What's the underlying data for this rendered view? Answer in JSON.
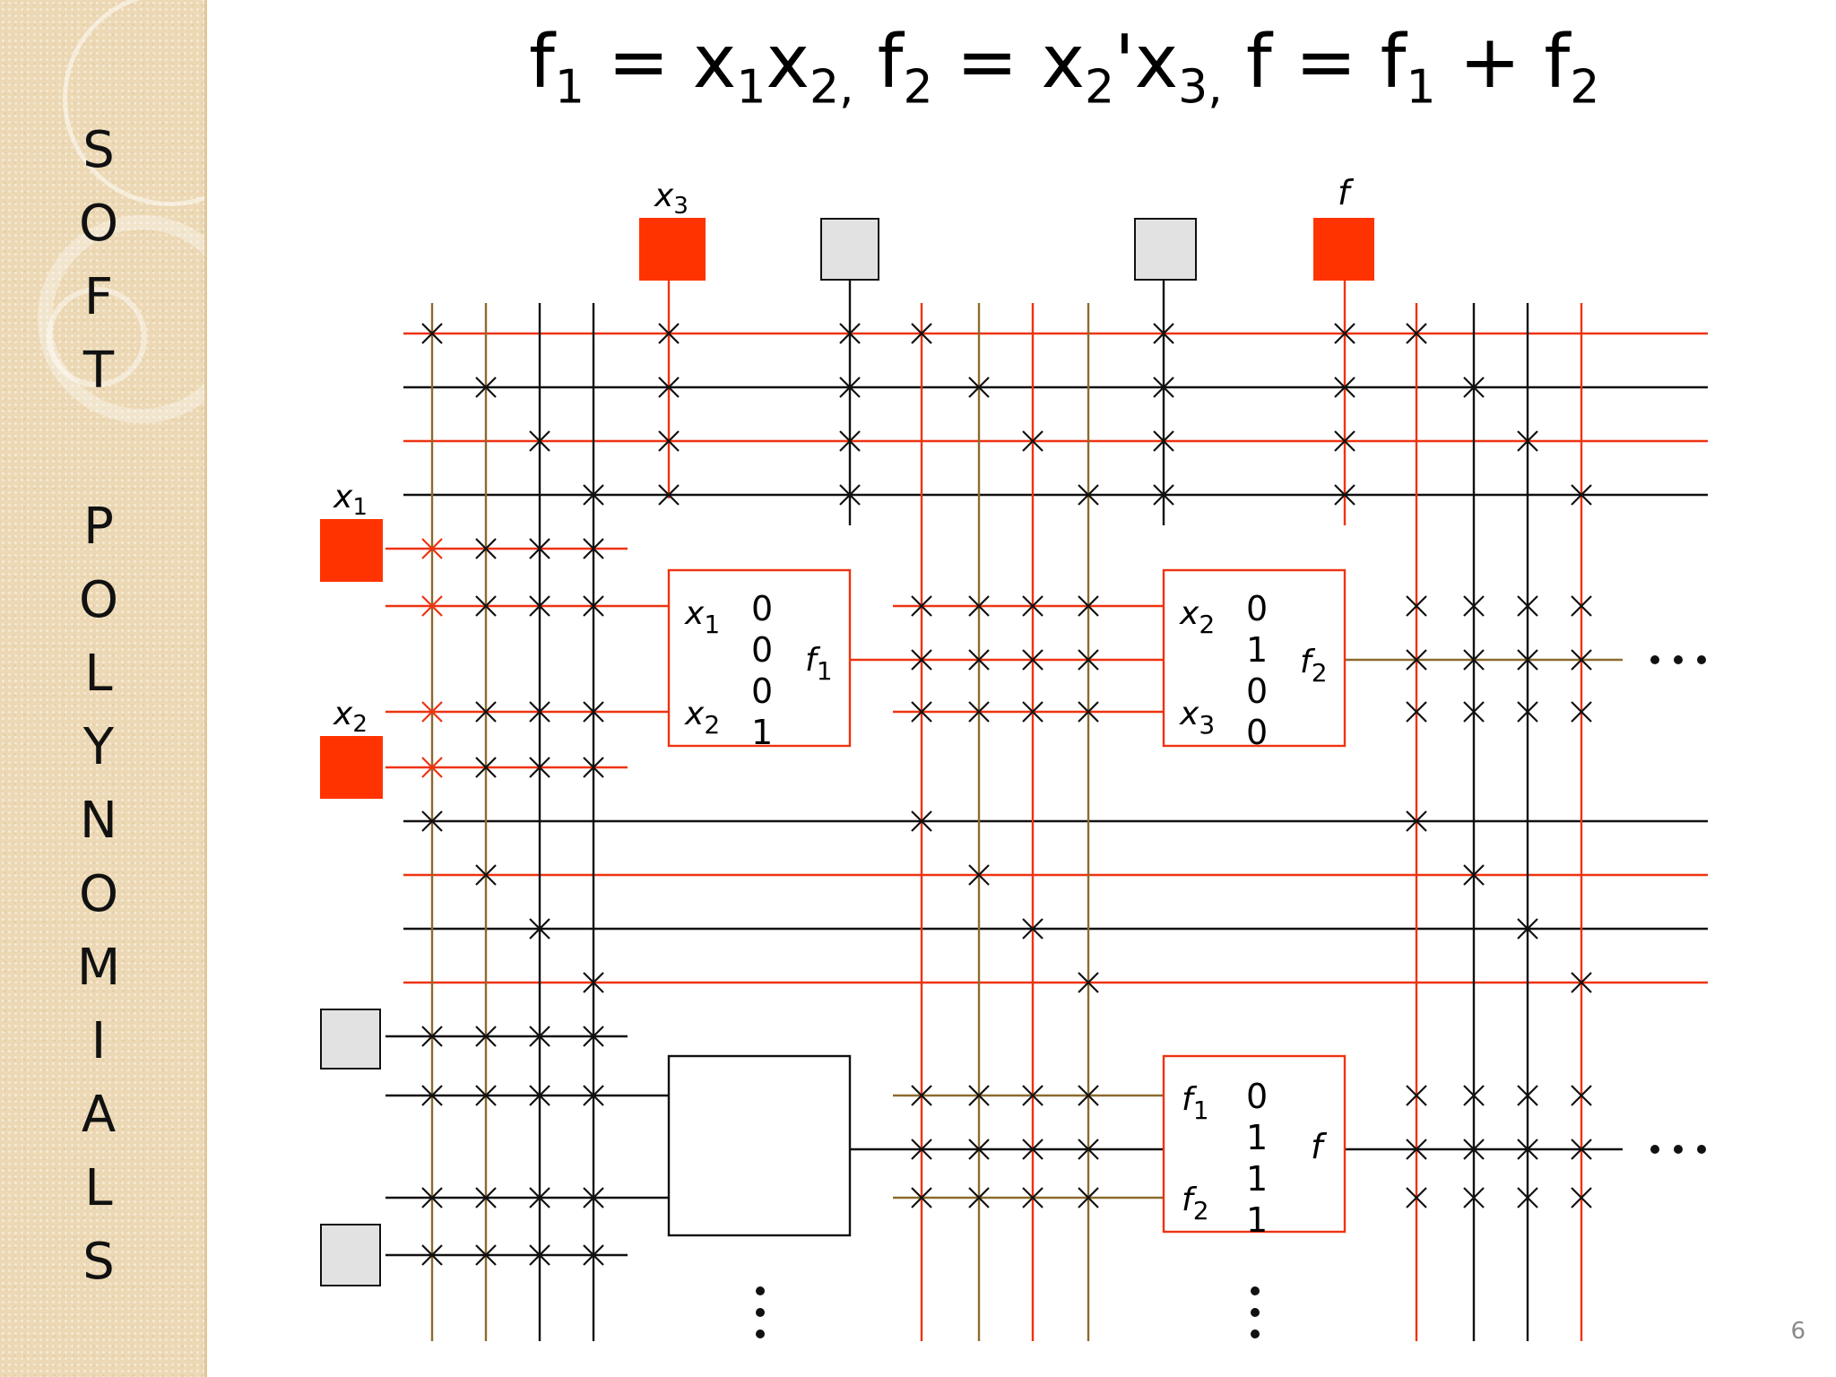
{
  "slide": {
    "sidebar_letters": [
      "S",
      "O",
      "F",
      "T",
      "P",
      "O",
      "L",
      "Y",
      "N",
      "O",
      "M",
      "I",
      "A",
      "L",
      "S"
    ],
    "title": {
      "f1": "f",
      "f1_sub": "1",
      "eq1": " = x",
      "x1_sub": "1",
      "x": "x",
      "x2_sub": "2,",
      "f2": " f",
      "f2_sub": "2",
      "eq2": " = x",
      "x2p_sub": "2",
      "prime": "'x",
      "x3_sub": "3,",
      "f": " f = f",
      "f_1_sub": "1",
      "plus": " + f",
      "f_2_sub": "2"
    },
    "page_number": "6"
  },
  "diagram": {
    "labels": {
      "x1": "x",
      "x1_sub": "1",
      "x2": "x",
      "x2_sub": "2",
      "x3": "x",
      "x3_sub": "3",
      "f_top": "f"
    },
    "luts": [
      {
        "in1": "x",
        "in1_sub": "1",
        "in2": "x",
        "in2_sub": "2",
        "out": "f",
        "out_sub": "1",
        "bits": [
          "0",
          "0",
          "0",
          "1"
        ]
      },
      {
        "in1": "x",
        "in1_sub": "2",
        "in2": "x",
        "in2_sub": "3",
        "out": "f",
        "out_sub": "2",
        "bits": [
          "0",
          "1",
          "0",
          "0"
        ]
      },
      {
        "in1": "f",
        "in1_sub": "1",
        "in2": "f",
        "in2_sub": "2",
        "out": "f",
        "out_sub": "",
        "bits": [
          "0",
          "1",
          "1",
          "1"
        ]
      }
    ],
    "colors": {
      "red": "#ee3311",
      "brown": "#8b6b2e",
      "black": "#111111",
      "pad_red": "#ff3300",
      "pad_gray": "#e2e2e2"
    }
  }
}
